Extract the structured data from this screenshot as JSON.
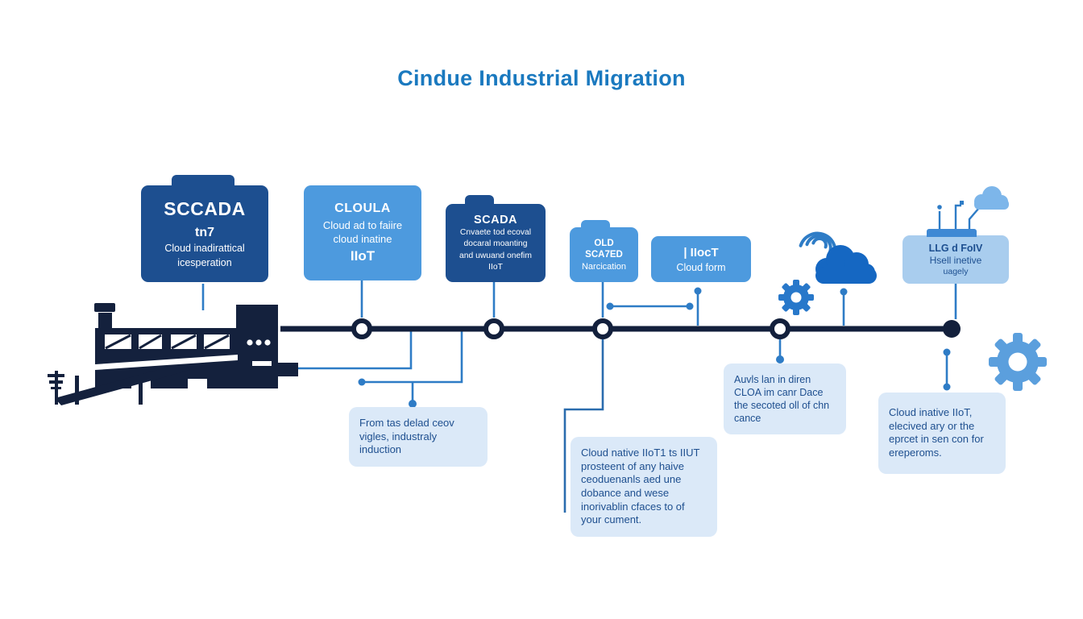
{
  "title": "Cindue Industrial Migration",
  "palette": {
    "title_blue": "#1a79bf",
    "dark_box": "#1d4f90",
    "light_box": "#4d9ade",
    "pale_box": "#a9cdee",
    "note_bg": "#dbe9f8",
    "note_text": "#1e4f8f",
    "timeline_navy": "#13203c",
    "connector_blue": "#2e7cc6",
    "cloud_blue": "#1567c2",
    "gear_light_blue": "#5b9fdd"
  },
  "boxes": {
    "sccada": {
      "title": "SCCADA",
      "subtitle": "tn7",
      "line1": "Cloud inadirattical",
      "line2": "icesperation"
    },
    "cloula": {
      "title": "CLOULA",
      "line1": "Cloud ad to faiire",
      "line2": "cloud inatine",
      "subtitle": "IIoT"
    },
    "scada": {
      "title": "SCADA",
      "line1": "Cnvaete tod ecoval",
      "line2": "docaral moanting",
      "line3": "and uwuand onefim",
      "line4": "IIoT"
    },
    "old_scazed": {
      "title": "OLD",
      "subtitle": "SCA7ED",
      "line1": "Narcication"
    },
    "iiot_cloud": {
      "title": "| IIocT",
      "line1": "Cloud form"
    },
    "llg": {
      "title": "LLG d FoIV",
      "line1": "Hsell inetive",
      "line2": "uagely"
    }
  },
  "annotations": {
    "note1": "From tas delad ceov vigles, industraly induction",
    "note2": "Cloud native IIoT1 ts IIUT prosteent of any haive ceoduenanls aed une dobance and wese inorivablin cfaces to of your cument.",
    "note3": "Auvls lan in diren CLOA im canr Dace the secoted oll of chn cance",
    "note4": "Cloud inative IIoT, elecived ary or the eprcet in sen con for ereperoms."
  },
  "icons": [
    "factory-icon",
    "wifi-icon",
    "cloud-icon",
    "gear-icon",
    "antenna-icon",
    "small-cloud-icon"
  ]
}
